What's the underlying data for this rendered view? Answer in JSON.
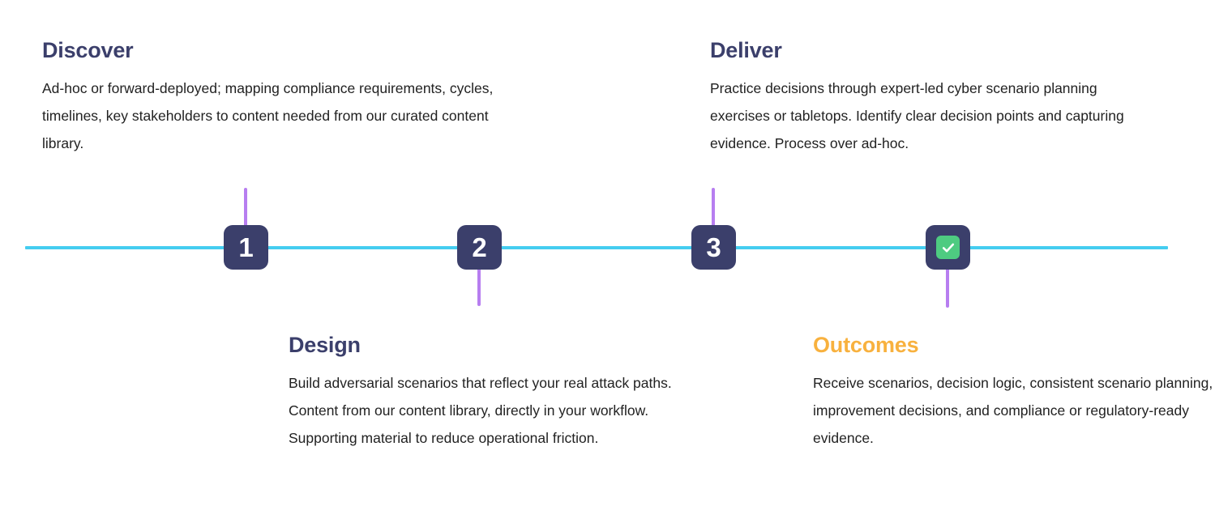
{
  "timeline": {
    "line_color": "#45cdf0",
    "marker_color": "#3b3f6b",
    "stem_color": "#b77ef0",
    "check_badge_color": "#4ecb81",
    "accent_color": "#f8b13e",
    "heading_color": "#3b3f6b",
    "markers": [
      {
        "label": "1",
        "type": "number",
        "stem": "up"
      },
      {
        "label": "2",
        "type": "number",
        "stem": "down"
      },
      {
        "label": "3",
        "type": "number",
        "stem": "up"
      },
      {
        "label": "",
        "type": "check",
        "stem": "down",
        "icon": "check-icon"
      }
    ]
  },
  "steps": {
    "discover": {
      "title": "Discover",
      "body": "Ad-hoc or forward-deployed; mapping compliance requirements, cycles, timelines, key stakeholders to content needed from our curated content library."
    },
    "design": {
      "title": "Design",
      "body": "Build adversarial scenarios that reflect your real attack paths. Content from our content library, directly in your workflow. Supporting material to reduce operational friction."
    },
    "deliver": {
      "title": "Deliver",
      "body": "Practice decisions through expert-led cyber scenario planning exercises or  tabletops. Identify clear decision points and capturing evidence. Process over ad-hoc."
    },
    "outcomes": {
      "title": "Outcomes",
      "body": "Receive scenarios, decision logic, consistent scenario planning, improvement decisions, and compliance or regulatory-ready evidence."
    }
  }
}
